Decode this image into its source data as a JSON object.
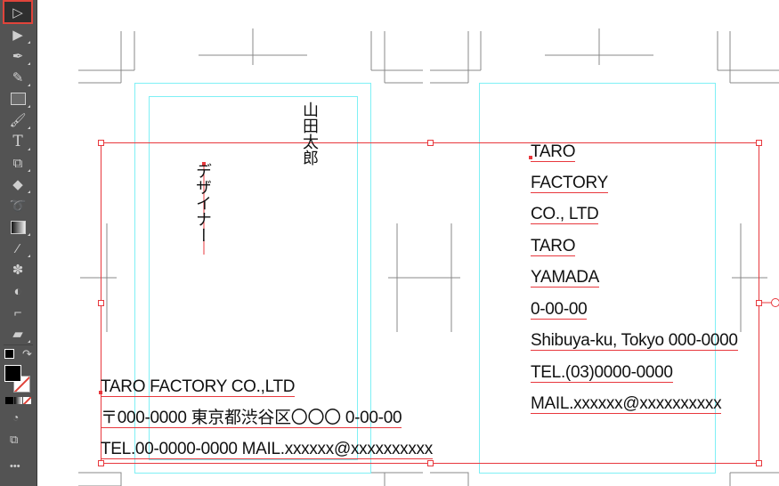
{
  "toolbar": {
    "tools": [
      "selection-tool",
      "direct-selection-tool",
      "pen-tool",
      "curvature-tool",
      "rectangle-tool",
      "paintbrush-tool",
      "type-tool",
      "scale-tool",
      "eraser-tool",
      "lasso-tool",
      "gradient-tool",
      "eyedropper-tool",
      "puppet-warp-tool",
      "shape-builder-tool",
      "artboard-tool",
      "ruler-tool"
    ],
    "more_label": "•••"
  },
  "card_front": {
    "name": "山田太郎",
    "title": "デザイナー",
    "lines": [
      "TARO FACTORY CO.,LTD",
      "〒000-0000 東京都渋谷区〇〇〇 0-00-00",
      "TEL.00-0000-0000 MAIL.xxxxxx@xxxxxxxxxx"
    ]
  },
  "card_back": {
    "lines": [
      "TARO",
      "FACTORY",
      "CO., LTD",
      "TARO",
      "YAMADA",
      "0-00-00",
      "Shibuya-ku, Tokyo 000-0000",
      "TEL.(03)0000-0000",
      "MAIL.xxxxxx@xxxxxxxxxx"
    ]
  },
  "colors": {
    "selection": "#e8383d",
    "guide": "#7ff0f5",
    "toolbar": "#535353"
  }
}
